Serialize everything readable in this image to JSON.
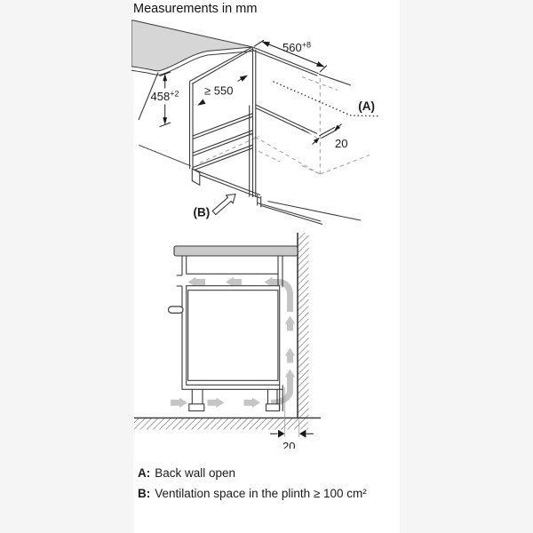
{
  "page": {
    "title": "Measurements in mm",
    "background_color": "#f5f5f5",
    "canvas_color": "#ffffff"
  },
  "colors": {
    "line": "#3a3a3a",
    "dimension": "#1a1a1a",
    "hidden_edge": "#9f9f9f",
    "airflow": "#c5c5c5",
    "countertop_top_view": "#d6d6d6",
    "countertop_section": "#c9c9c9"
  },
  "iso_diagram": {
    "dim_width": {
      "value": "560",
      "tol": "+8"
    },
    "dim_depth": {
      "value": "≥ 550"
    },
    "dim_height": {
      "value": "458",
      "tol": "+2"
    },
    "dim_back_gap": {
      "value": "20"
    },
    "label_a": "(A)",
    "label_b": "(B)"
  },
  "section_diagram": {
    "dim_back_gap": "20"
  },
  "legend": [
    {
      "key": "A:",
      "text": "Back wall open"
    },
    {
      "key": "B:",
      "text": "Ventilation space in the plinth ≥ 100 cm²"
    }
  ]
}
